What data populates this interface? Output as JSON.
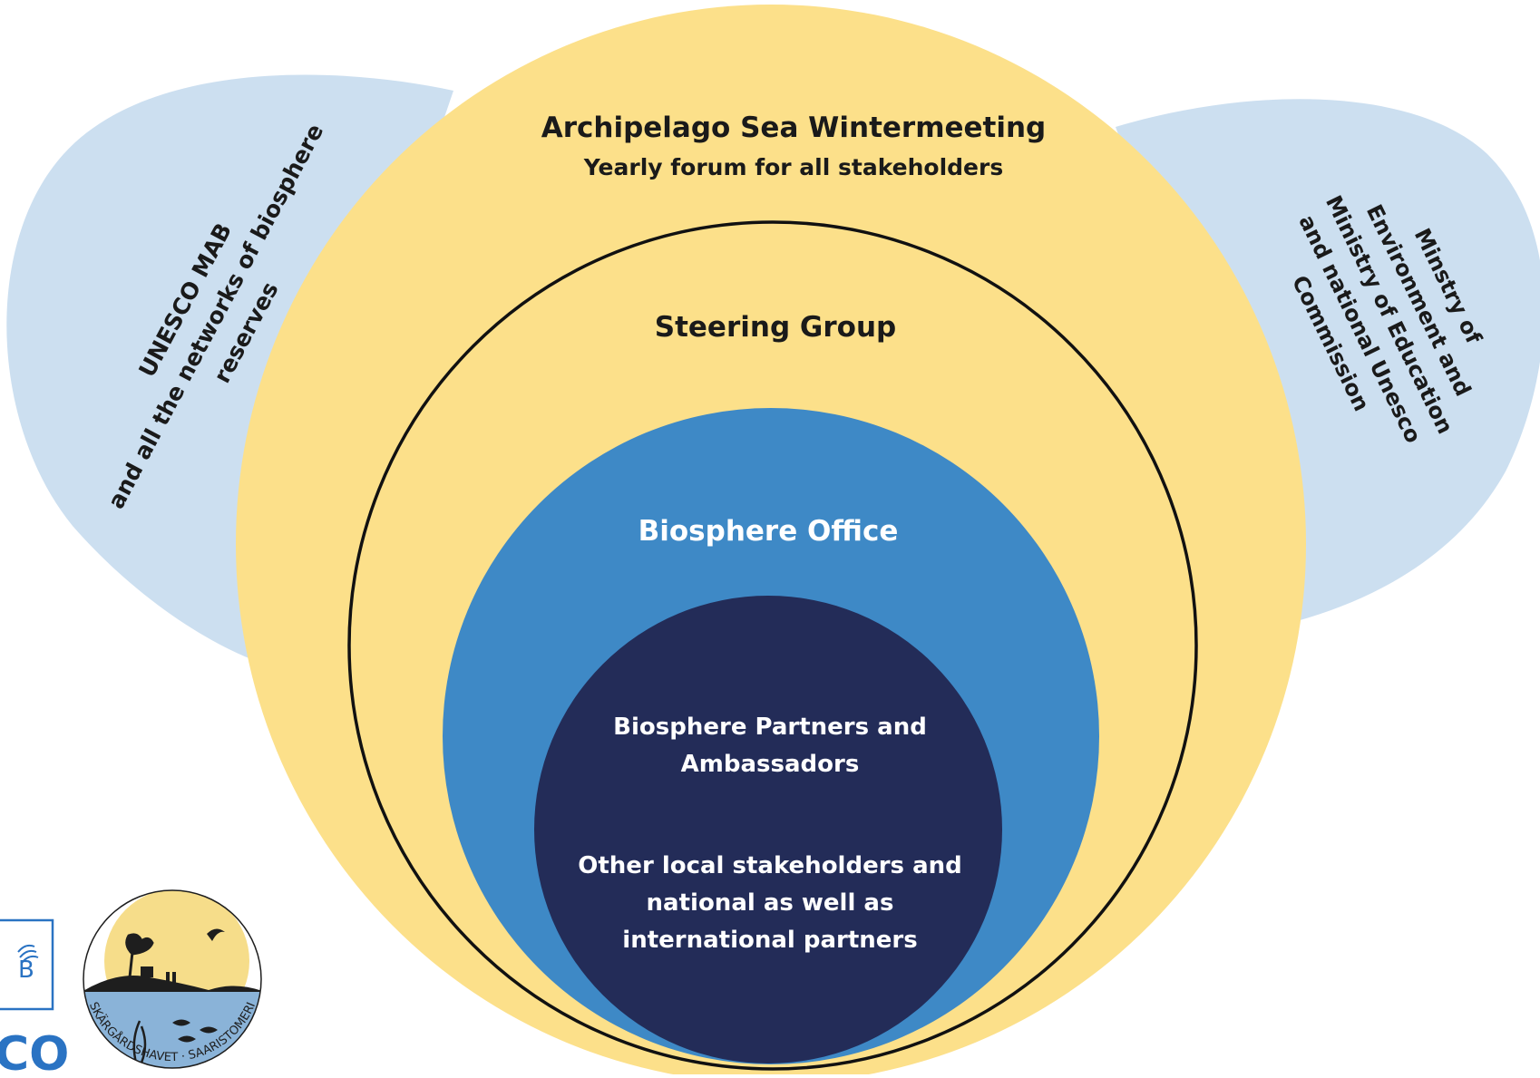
{
  "colors": {
    "outer_ellipse_fill": "#fce08a",
    "side_lobes_fill": "#ccdff0",
    "steering_ring_stroke": "#111111",
    "biosphere_office_fill": "#3e89c6",
    "core_fill": "#232c58",
    "dark_text": "#1a1a1a",
    "light_text": "#ffffff"
  },
  "outer_ring": {
    "title": "Archipelago Sea Wintermeeting",
    "subtitle": "Yearly forum for all stakeholders"
  },
  "steering_ring": {
    "title": "Steering Group"
  },
  "biosphere_office": {
    "title": "Biosphere Office"
  },
  "core": {
    "partners_line1": "Biosphere Partners and",
    "partners_line2": "Ambassadors",
    "stakeholders_line1": "Other local stakeholders and",
    "stakeholders_line2": "national as well as",
    "stakeholders_line3": "international partners"
  },
  "left_lobe": {
    "line1": "UNESCO MAB",
    "line2": "and all the networks of biosphere",
    "line3": "reserves"
  },
  "right_lobe": {
    "line1": "Minstry of",
    "line2": "Environment and",
    "line3": "Ministry of Education",
    "line4": "and national Unesco",
    "line5": "Commission"
  },
  "logos": {
    "mab_logo_letter": "B",
    "unesco_fragment": "CO",
    "archipelago_seal_text": "SKÄRGÅRDSHAVET · SAARISTOMERI"
  }
}
